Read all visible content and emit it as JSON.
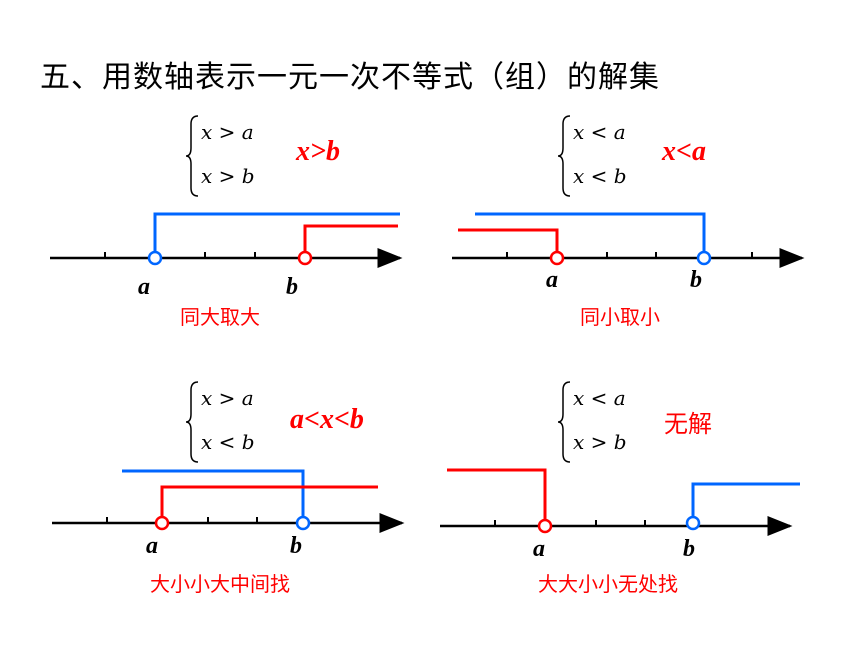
{
  "title": "五、用数轴表示一元一次不等式（组）的解集",
  "colors": {
    "red": "#ff0000",
    "blue": "#0066ff",
    "axis": "#000000",
    "text": "#000000"
  },
  "panels": [
    {
      "system": [
        "x > a",
        "x > b"
      ],
      "solution": "x>b",
      "rule": "同大取大",
      "points": [
        {
          "label": "a",
          "color": "blue"
        },
        {
          "label": "b",
          "color": "red"
        }
      ]
    },
    {
      "system": [
        "x < a",
        "x < b"
      ],
      "solution": "x<a",
      "rule": "同小取小",
      "points": [
        {
          "label": "a",
          "color": "red"
        },
        {
          "label": "b",
          "color": "blue"
        }
      ]
    },
    {
      "system": [
        "x > a",
        "x < b"
      ],
      "solution": "a<x<b",
      "rule": "大小小大中间找",
      "points": [
        {
          "label": "a",
          "color": "red"
        },
        {
          "label": "b",
          "color": "blue"
        }
      ]
    },
    {
      "system": [
        "x < a",
        "x > b"
      ],
      "solution": "无解",
      "rule": "大大小小无处找",
      "points": [
        {
          "label": "a",
          "color": "red"
        },
        {
          "label": "b",
          "color": "blue"
        }
      ]
    }
  ]
}
